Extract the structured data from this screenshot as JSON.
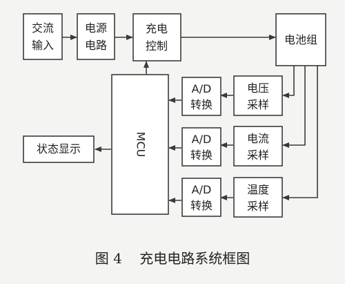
{
  "figure": {
    "caption": "图 4    充电电路系统框图",
    "colors": {
      "line": "#3a3a3a",
      "box_fill": "#ffffff",
      "background": "#f4f4f2"
    },
    "blocks": {
      "ac_input": {
        "line1": "交流",
        "line2": "输入"
      },
      "power_circuit": {
        "line1": "电源",
        "line2": "电路"
      },
      "charge_control": {
        "line1": "充电",
        "line2": "控制"
      },
      "battery_pack": {
        "line1": "电池组"
      },
      "mcu": {
        "line1": "MCU"
      },
      "status_display": {
        "line1": "状态显示"
      },
      "ad_1": {
        "line1": "A/D",
        "line2": "转换"
      },
      "ad_2": {
        "line1": "A/D",
        "line2": "转换"
      },
      "ad_3": {
        "line1": "A/D",
        "line2": "转换"
      },
      "voltage_sample": {
        "line1": "电压",
        "line2": "采样"
      },
      "current_sample": {
        "line1": "电流",
        "line2": "采样"
      },
      "temp_sample": {
        "line1": "温度",
        "line2": "采样"
      }
    }
  }
}
